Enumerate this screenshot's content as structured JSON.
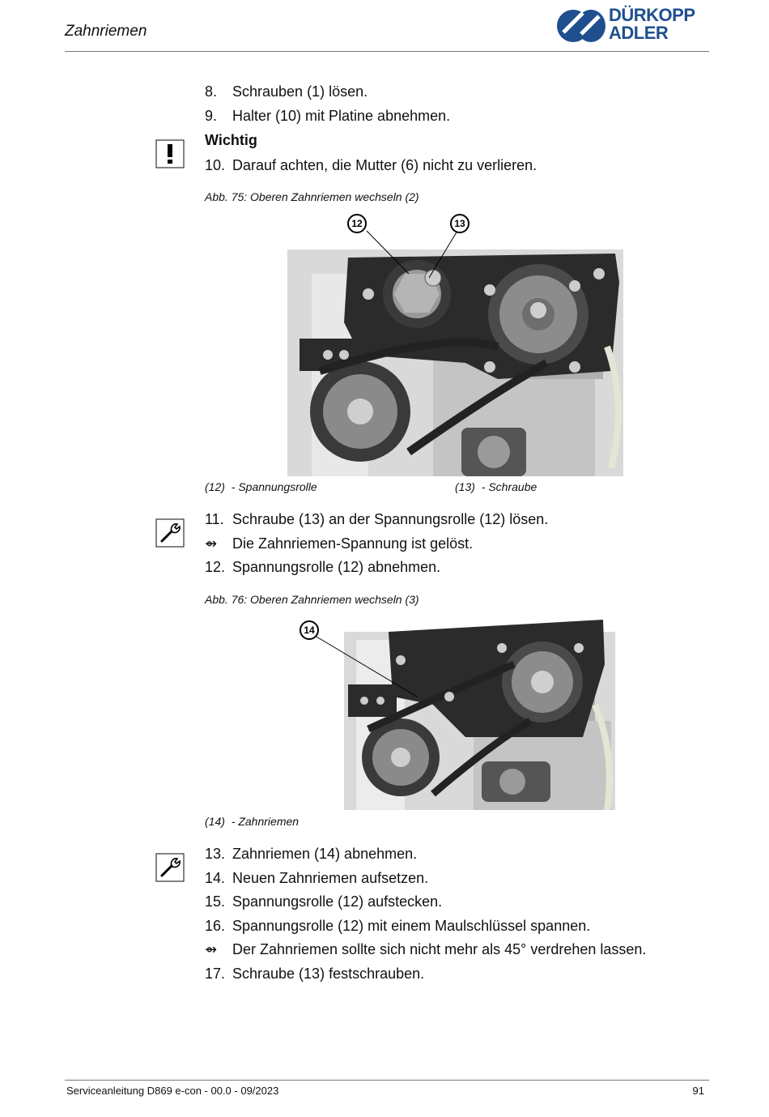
{
  "header": {
    "title": "Zahnriemen",
    "logo_line1": "DÜRKOPP",
    "logo_line2": "ADLER"
  },
  "steps_top": [
    {
      "num": "8.",
      "text": "Schrauben (1) lösen."
    },
    {
      "num": "9.",
      "text": "Halter (10) mit Platine abnehmen."
    }
  ],
  "important": {
    "heading": "Wichtig",
    "num": "10.",
    "text": "Darauf achten, die Mutter (6) nicht zu verlieren."
  },
  "figure75": {
    "caption": "Abb. 75: Oberen Zahnriemen wechseln (2)",
    "callouts": [
      "12",
      "13"
    ],
    "legend": [
      {
        "ref": "(12)",
        "label": "- Spannungsrolle"
      },
      {
        "ref": "(13)",
        "label": "- Schraube"
      }
    ]
  },
  "steps_mid": [
    {
      "num": "11.",
      "text": "Schraube (13) an der Spannungsrolle (12) lösen."
    },
    {
      "num": "⇴",
      "text": "Die Zahnriemen-Spannung ist gelöst.",
      "result": true
    },
    {
      "num": "12.",
      "text": "Spannungsrolle (12) abnehmen."
    }
  ],
  "figure76": {
    "caption": "Abb. 76: Oberen Zahnriemen wechseln (3)",
    "callouts": [
      "14"
    ],
    "legend": [
      {
        "ref": "(14)",
        "label": "- Zahnriemen"
      }
    ]
  },
  "steps_bottom": [
    {
      "num": "13.",
      "text": "Zahnriemen (14) abnehmen."
    },
    {
      "num": "14.",
      "text": "Neuen Zahnriemen aufsetzen."
    },
    {
      "num": "15.",
      "text": "Spannungsrolle (12) aufstecken."
    },
    {
      "num": "16.",
      "text": "Spannungsrolle (12) mit einem Maulschlüssel spannen."
    },
    {
      "num": "⇴",
      "text": "Der Zahnriemen sollte sich nicht mehr als 45° verdrehen lassen.",
      "result": true
    },
    {
      "num": "17.",
      "text": "Schraube (13) festschrauben."
    }
  ],
  "footer": {
    "text": "Serviceanleitung D869 e-con - 00.0 - 09/2023",
    "page": "91"
  },
  "colors": {
    "brand": "#1f4f8f",
    "rule": "#777777"
  }
}
